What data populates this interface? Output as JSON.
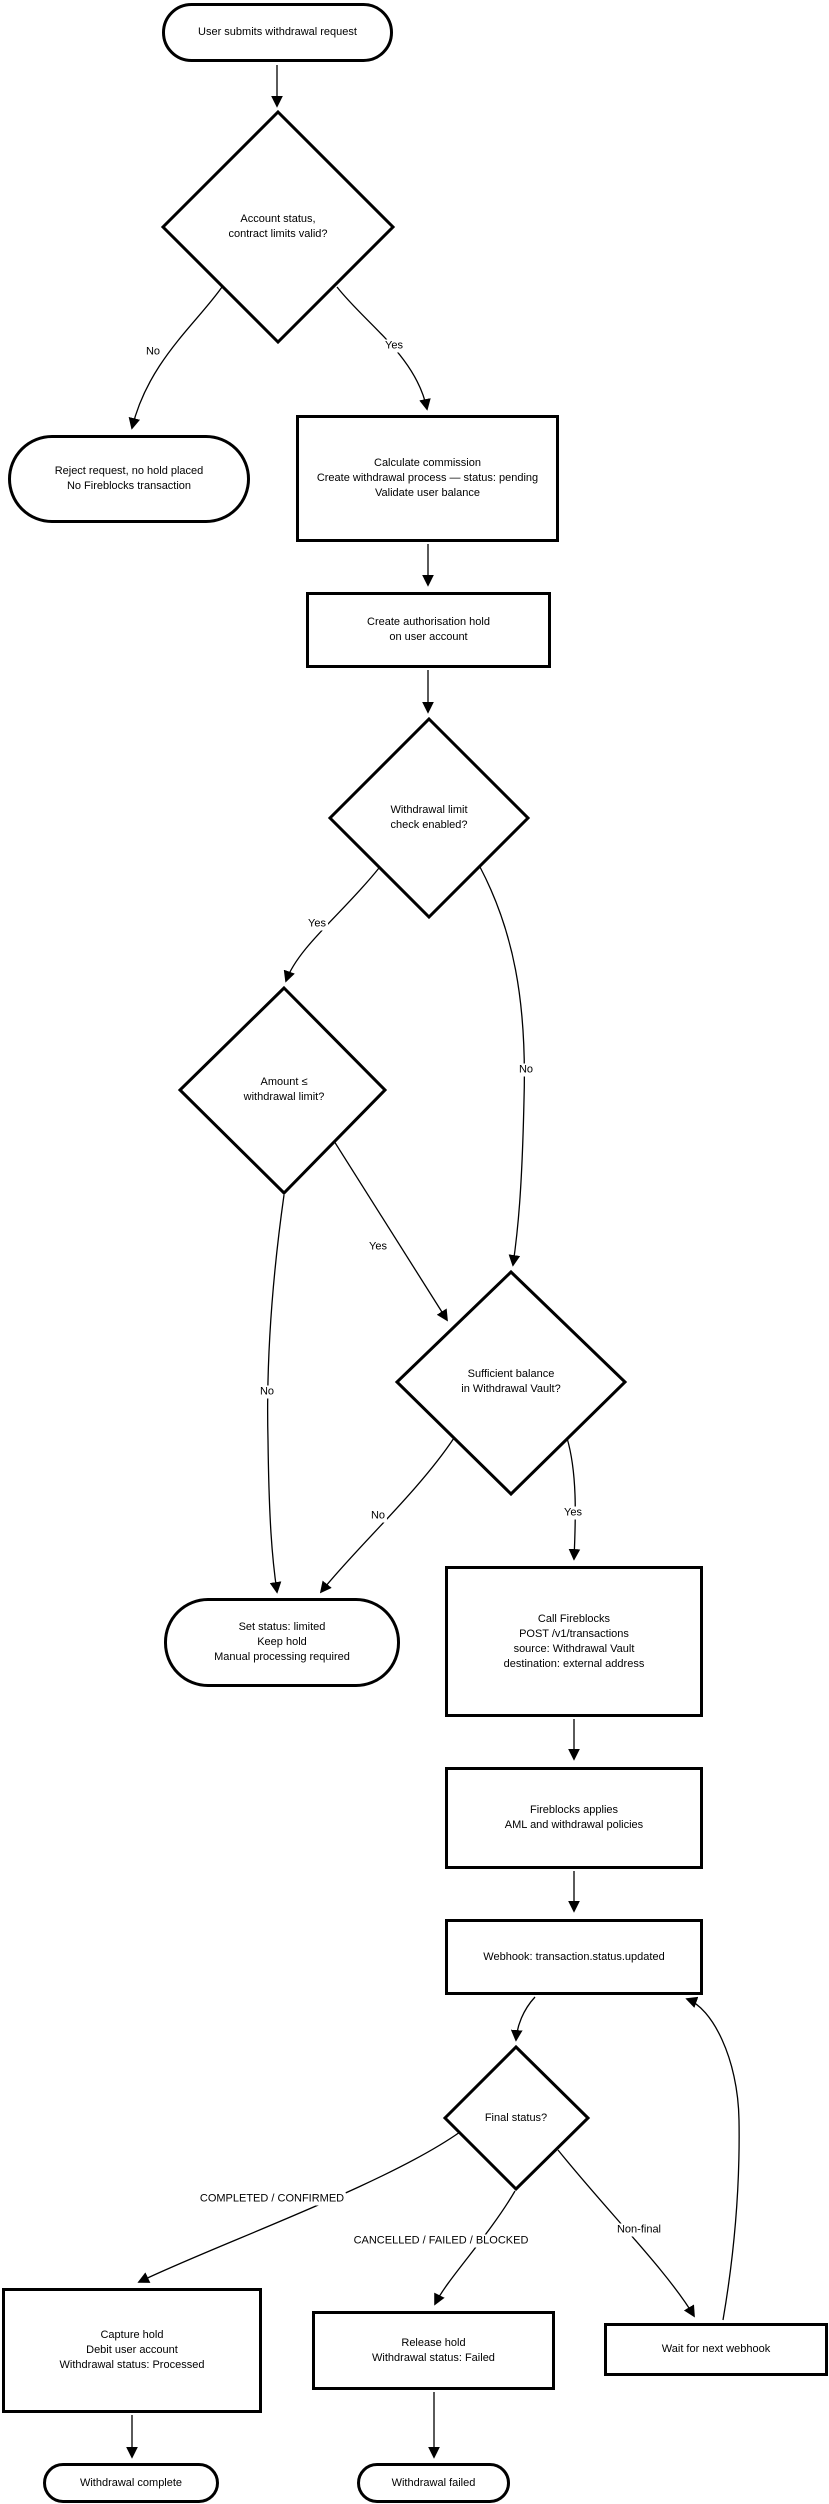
{
  "colors": {
    "stroke": "#000000",
    "background": "#ffffff",
    "text": "#000000"
  },
  "diagram": {
    "nodes": {
      "start": {
        "label": "User submits withdrawal request"
      },
      "account_valid": {
        "label": "Account status,\ncontract limits valid?"
      },
      "reject": {
        "label": "Reject request, no hold placed\nNo Fireblocks transaction"
      },
      "calc": {
        "label": "Calculate commission\nCreate withdrawal process — status: pending\nValidate user balance"
      },
      "auth_hold": {
        "label": "Create authorisation hold\non user account"
      },
      "limit_check": {
        "label": "Withdrawal limit\ncheck enabled?"
      },
      "amount_limit": {
        "label": "Amount ≤\nwithdrawal limit?"
      },
      "sufficient": {
        "label": "Sufficient balance\nin Withdrawal Vault?"
      },
      "limited": {
        "label": "Set status: limited\nKeep hold\nManual processing required"
      },
      "call_fireblocks": {
        "label": "Call Fireblocks\nPOST /v1/transactions\nsource: Withdrawal Vault\ndestination: external address"
      },
      "aml": {
        "label": "Fireblocks applies\nAML and withdrawal policies"
      },
      "webhook": {
        "label": "Webhook: transaction.status.updated"
      },
      "final_status": {
        "label": "Final status?"
      },
      "capture": {
        "label": "Capture hold\nDebit user account\nWithdrawal status: Processed"
      },
      "release": {
        "label": "Release hold\nWithdrawal status: Failed"
      },
      "wait": {
        "label": "Wait for next webhook"
      },
      "complete": {
        "label": "Withdrawal complete"
      },
      "failed": {
        "label": "Withdrawal failed"
      }
    },
    "edge_labels": {
      "account_no": "No",
      "account_yes": "Yes",
      "limit_yes": "Yes",
      "limit_no": "No",
      "amount_yes": "Yes",
      "amount_no": "No",
      "sufficient_no": "No",
      "sufficient_yes": "Yes",
      "final_completed": "COMPLETED / CONFIRMED",
      "final_cancelled": "CANCELLED / FAILED / BLOCKED",
      "final_nonfinal": "Non-final"
    }
  }
}
